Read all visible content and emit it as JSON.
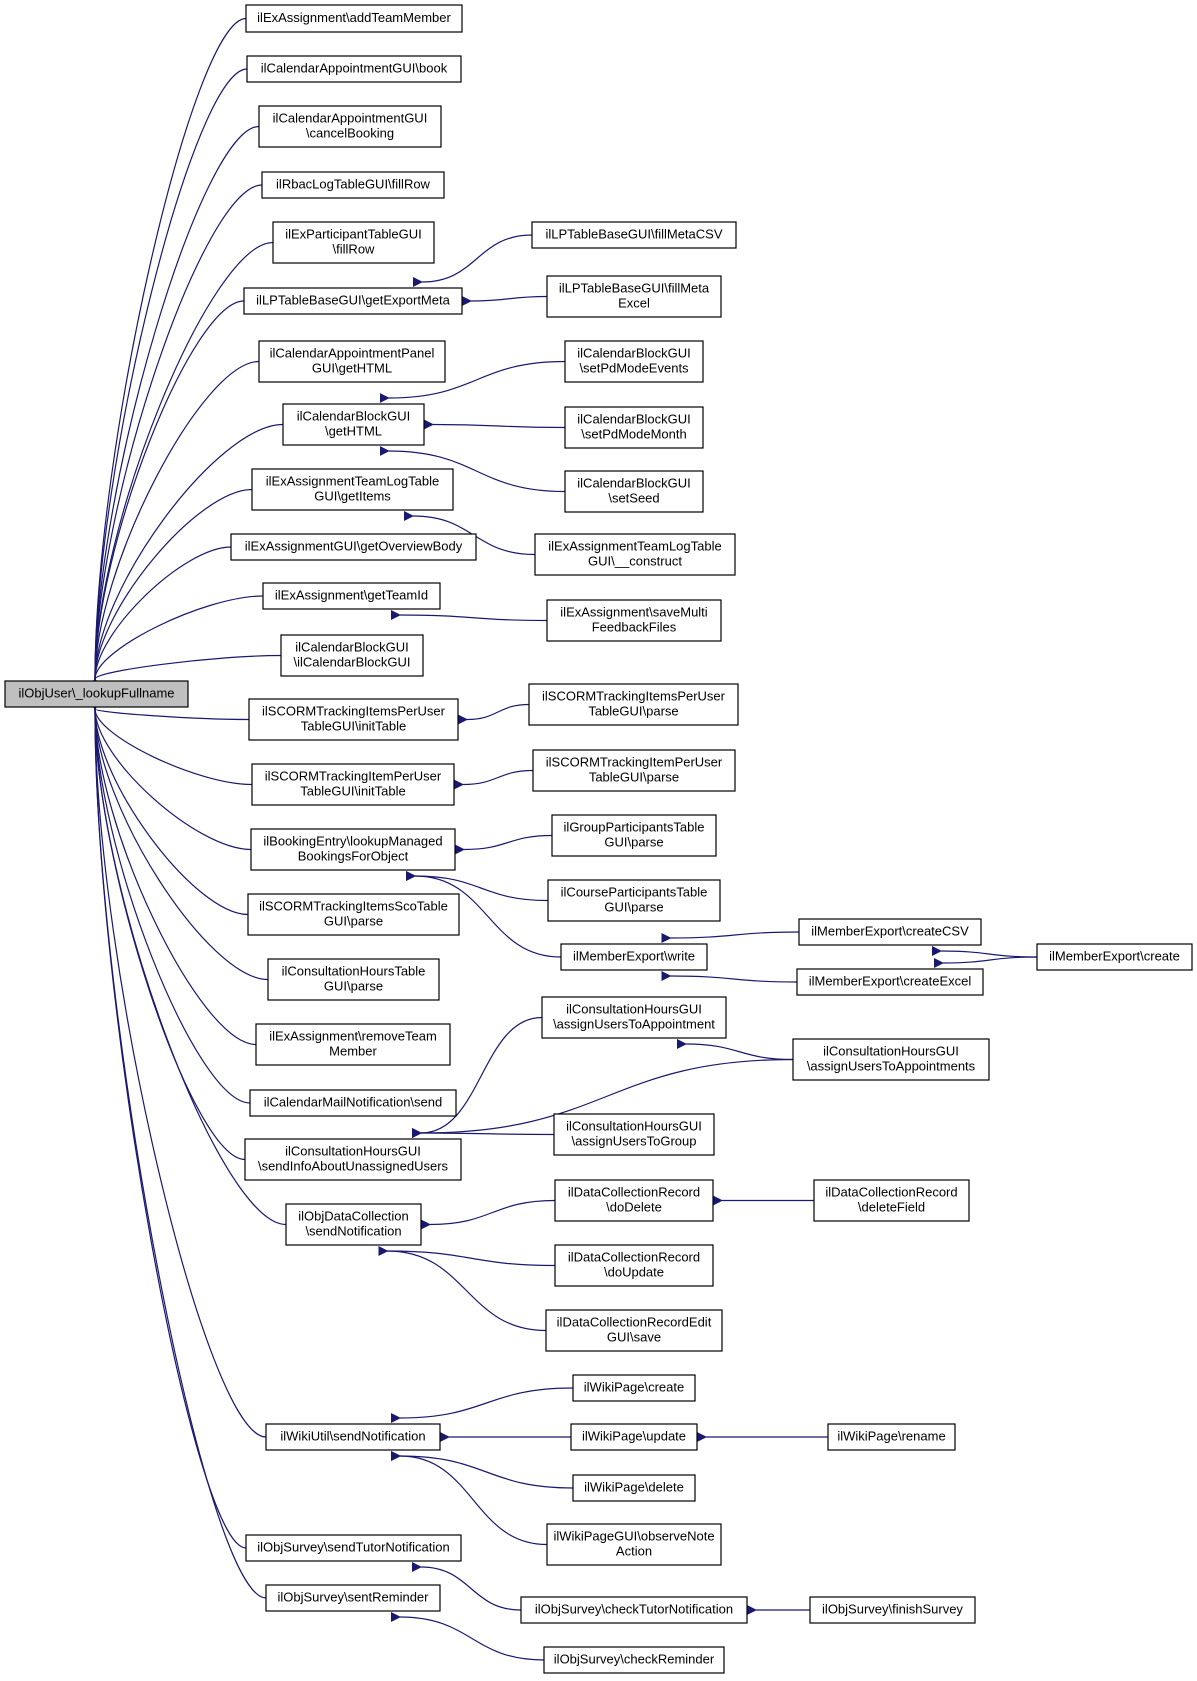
{
  "colors": {
    "edge": "#191970",
    "root_fill": "#bfbfbf",
    "node_fill": "#ffffff",
    "node_stroke": "#000000"
  },
  "nodes": {
    "root": [
      "ilObjUser\\_lookupFullname"
    ],
    "addTeamMember": [
      "ilExAssignment\\addTeamMember"
    ],
    "book": [
      "ilCalendarAppointmentGUI\\book"
    ],
    "cancelBooking": [
      "ilCalendarAppointmentGUI",
      "\\cancelBooking"
    ],
    "rbacFillRow": [
      "ilRbacLogTableGUI\\fillRow"
    ],
    "exPartFillRow": [
      "ilExParticipantTableGUI",
      "\\fillRow"
    ],
    "getExportMeta": [
      "ilLPTableBaseGUI\\getExportMeta"
    ],
    "fillMetaCSV": [
      "ilLPTableBaseGUI\\fillMetaCSV"
    ],
    "fillMetaExcel": [
      "ilLPTableBaseGUI\\fillMeta",
      "Excel"
    ],
    "apptPanelHTML": [
      "ilCalendarAppointmentPanel",
      "GUI\\getHTML"
    ],
    "calBlockHTML": [
      "ilCalendarBlockGUI",
      "\\getHTML"
    ],
    "setPdModeEvents": [
      "ilCalendarBlockGUI",
      "\\setPdModeEvents"
    ],
    "setPdModeMonth": [
      "ilCalendarBlockGUI",
      "\\setPdModeMonth"
    ],
    "setSeed": [
      "ilCalendarBlockGUI",
      "\\setSeed"
    ],
    "teamLogGetItems": [
      "ilExAssignmentTeamLogTable",
      "GUI\\getItems"
    ],
    "teamLogConstruct": [
      "ilExAssignmentTeamLogTable",
      "GUI\\__construct"
    ],
    "overviewBody": [
      "ilExAssignmentGUI\\getOverviewBody"
    ],
    "getTeamId": [
      "ilExAssignment\\getTeamId"
    ],
    "saveMultiFeedback": [
      "ilExAssignment\\saveMulti",
      "FeedbackFiles"
    ],
    "calBlockCtor": [
      "ilCalendarBlockGUI",
      "\\ilCalendarBlockGUI"
    ],
    "scormItemsPerUserInit": [
      "ilSCORMTrackingItemsPerUser",
      "TableGUI\\initTable"
    ],
    "scormItemsPerUserParse": [
      "ilSCORMTrackingItemsPerUser",
      "TableGUI\\parse"
    ],
    "scormItemPerUserInit": [
      "ilSCORMTrackingItemPerUser",
      "TableGUI\\initTable"
    ],
    "scormItemPerUserParse": [
      "ilSCORMTrackingItemPerUser",
      "TableGUI\\parse"
    ],
    "lookupManaged": [
      "ilBookingEntry\\lookupManaged",
      "BookingsForObject"
    ],
    "groupParse": [
      "ilGroupParticipantsTable",
      "GUI\\parse"
    ],
    "courseParse": [
      "ilCourseParticipantsTable",
      "GUI\\parse"
    ],
    "memberWrite": [
      "ilMemberExport\\write"
    ],
    "createCSV": [
      "ilMemberExport\\createCSV"
    ],
    "createExcel": [
      "ilMemberExport\\createExcel"
    ],
    "memberCreate": [
      "ilMemberExport\\create"
    ],
    "scormScoParse": [
      "ilSCORMTrackingItemsScoTable",
      "GUI\\parse"
    ],
    "consultParse": [
      "ilConsultationHoursTable",
      "GUI\\parse"
    ],
    "removeTeamMember": [
      "ilExAssignment\\removeTeam",
      "Member"
    ],
    "calMailSend": [
      "ilCalendarMailNotification\\send"
    ],
    "assignToAppt": [
      "ilConsultationHoursGUI",
      "\\assignUsersToAppointment"
    ],
    "assignToAppts": [
      "ilConsultationHoursGUI",
      "\\assignUsersToAppointments"
    ],
    "assignToGroup": [
      "ilConsultationHoursGUI",
      "\\assignUsersToGroup"
    ],
    "sendInfoUnassigned": [
      "ilConsultationHoursGUI",
      "\\sendInfoAboutUnassignedUsers"
    ],
    "dcSendNotification": [
      "ilObjDataCollection",
      "\\sendNotification"
    ],
    "doDelete": [
      "ilDataCollectionRecord",
      "\\doDelete"
    ],
    "deleteField": [
      "ilDataCollectionRecord",
      "\\deleteField"
    ],
    "doUpdate": [
      "ilDataCollectionRecord",
      "\\doUpdate"
    ],
    "recordEditSave": [
      "ilDataCollectionRecordEdit",
      "GUI\\save"
    ],
    "wikiSendNotification": [
      "ilWikiUtil\\sendNotification"
    ],
    "wikiCreate": [
      "ilWikiPage\\create"
    ],
    "wikiUpdate": [
      "ilWikiPage\\update"
    ],
    "wikiRename": [
      "ilWikiPage\\rename"
    ],
    "wikiDelete": [
      "ilWikiPage\\delete"
    ],
    "observeNote": [
      "ilWikiPageGUI\\observeNote",
      "Action"
    ],
    "sendTutorNotification": [
      "ilObjSurvey\\sendTutorNotification"
    ],
    "sentReminder": [
      "ilObjSurvey\\sentReminder"
    ],
    "checkTutorNotification": [
      "ilObjSurvey\\checkTutorNotification"
    ],
    "finishSurvey": [
      "ilObjSurvey\\finishSurvey"
    ],
    "checkReminder": [
      "ilObjSurvey\\checkReminder"
    ]
  }
}
